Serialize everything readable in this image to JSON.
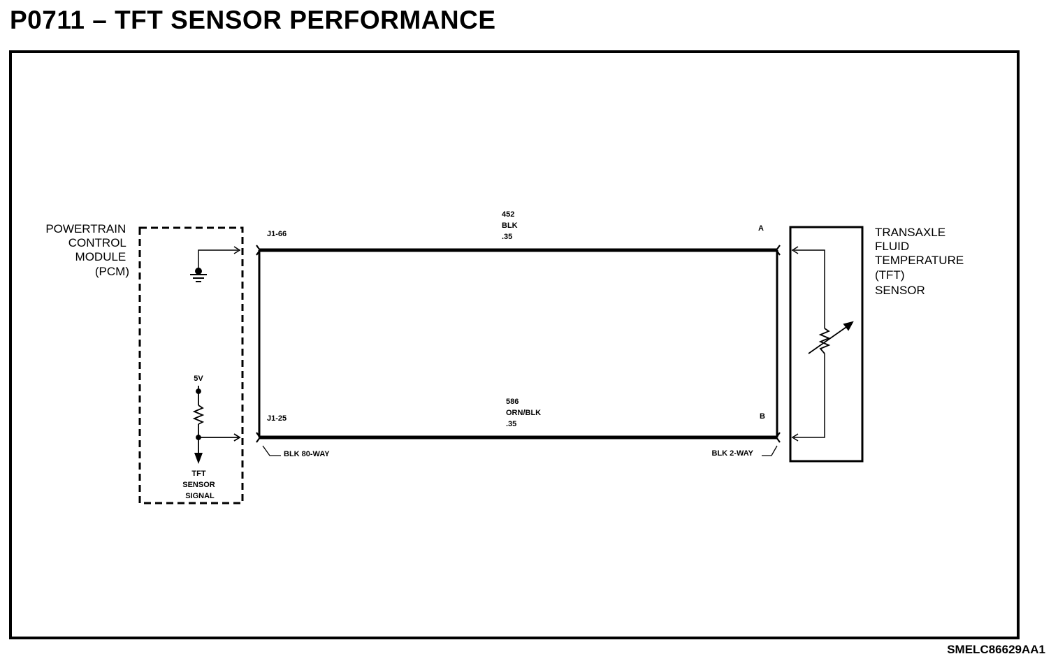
{
  "title": "P0711 – TFT SENSOR PERFORMANCE",
  "figure_code": "SMELC86629AA1",
  "pcm": {
    "label_lines": [
      "POWERTRAIN",
      "CONTROL",
      "MODULE",
      "(PCM)"
    ],
    "supply": "5V",
    "signal_lines": [
      "TFT",
      "SENSOR",
      "SIGNAL"
    ]
  },
  "sensor": {
    "label_lines": [
      "TRANSAXLE",
      "FLUID",
      "TEMPERATURE",
      "(TFT)",
      "SENSOR"
    ]
  },
  "wires": {
    "top": {
      "pcm_pin": "J1-66",
      "circuit_lines": [
        "452",
        "BLK",
        ".35"
      ],
      "sensor_pin": "A"
    },
    "bottom": {
      "pcm_pin": "J1-25",
      "circuit_lines": [
        "586",
        "ORN/BLK",
        ".35"
      ],
      "sensor_pin": "B"
    }
  },
  "connectors": {
    "pcm": "BLK 80-WAY",
    "sensor": "BLK 2-WAY"
  },
  "colors": {
    "ink": "#000000",
    "paper": "#ffffff"
  }
}
